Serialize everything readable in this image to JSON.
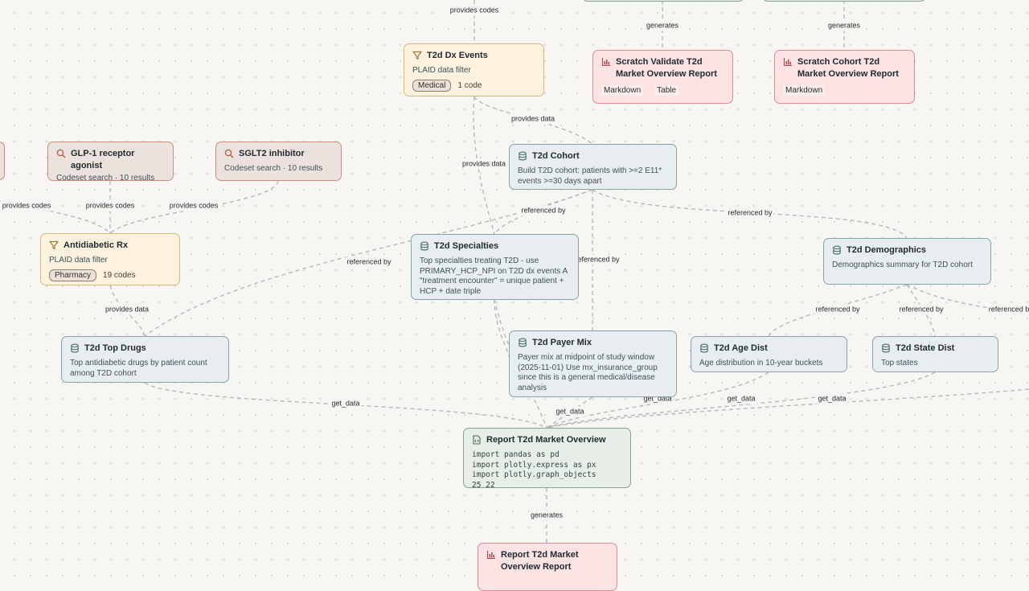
{
  "nodes": {
    "dx_events": {
      "title": "T2d Dx Events",
      "subtitle": "PLAID data filter",
      "tag": "Medical",
      "count": "1 code",
      "icon": "filter-icon"
    },
    "validate_report": {
      "title": "Scratch Validate T2d Market Overview Report",
      "tags": [
        "Markdown",
        "Table"
      ],
      "icon": "chart-icon"
    },
    "cohort_report": {
      "title": "Scratch Cohort T2d Market Overview Report",
      "tags": [
        "Markdown"
      ],
      "icon": "chart-icon"
    },
    "glp1": {
      "title": "GLP-1 receptor agonist",
      "subtitle": "Codeset search · 10 results",
      "icon": "search-icon"
    },
    "sglt2": {
      "title": "SGLT2 inhibitor",
      "subtitle": "Codeset search · 10 results",
      "icon": "search-icon"
    },
    "cohort": {
      "title": "T2d Cohort",
      "desc": "Build T2D cohort: patients with >=2 E11* events >=30 days apart",
      "icon": "database-icon"
    },
    "antidiabetic": {
      "title": "Antidiabetic Rx",
      "subtitle": "PLAID data filter",
      "tag": "Pharmacy",
      "count": "19 codes",
      "icon": "filter-icon"
    },
    "specialties": {
      "title": "T2d Specialties",
      "desc": "Top specialties treating T2D - use PRIMARY_HCP_NPI on T2D dx events A \"treatment encounter\" = unique patient + HCP + date triple",
      "icon": "database-icon"
    },
    "demographics": {
      "title": "T2d Demographics",
      "desc": "Demographics summary for T2D cohort",
      "icon": "database-icon"
    },
    "top_drugs": {
      "title": "T2d Top Drugs",
      "desc": "Top antidiabetic drugs by patient count among T2D cohort",
      "icon": "database-icon"
    },
    "payer_mix": {
      "title": "T2d Payer Mix",
      "desc": "Payer mix at midpoint of study window (2025-11-01) Use mx_insurance_group since this is a general medical/disease analysis",
      "icon": "database-icon"
    },
    "age_dist": {
      "title": "T2d Age Dist",
      "desc": "Age distribution in 10-year buckets",
      "icon": "database-icon"
    },
    "state_dist": {
      "title": "T2d State Dist",
      "desc": "Top states",
      "icon": "database-icon"
    },
    "report_code": {
      "title": "Report T2d Market Overview",
      "code": "import pandas as pd\nimport plotly.express as px\nimport plotly.graph_objects\n25 22",
      "icon": "code-file-icon"
    },
    "final_report": {
      "title": "Report T2d Market Overview Report",
      "icon": "chart-icon"
    }
  },
  "edge_labels": {
    "provides_codes_top": "provides codes",
    "generates_validate": "generates",
    "generates_cohort": "generates",
    "provides_data_dx_cohort": "provides data",
    "provides_data_dx_spec": "provides data",
    "provides_codes_left": "provides codes",
    "provides_codes_glp1": "provides codes",
    "provides_codes_sglt2": "provides codes",
    "referenced_by_spec": "referenced by",
    "referenced_by_demo": "referenced by",
    "referenced_by_drugs": "referenced by",
    "referenced_by_payer": "referenced by",
    "provides_data_rx": "provides data",
    "referenced_by_age": "referenced by",
    "referenced_by_state": "referenced by",
    "referenced_by_edge": "referenced b",
    "get_data_drugs": "get_data",
    "get_data_spec": "get_data",
    "get_data_payer": "get_data",
    "get_data_age": "get_data",
    "get_data_state": "get_data",
    "generates_final": "generates"
  }
}
